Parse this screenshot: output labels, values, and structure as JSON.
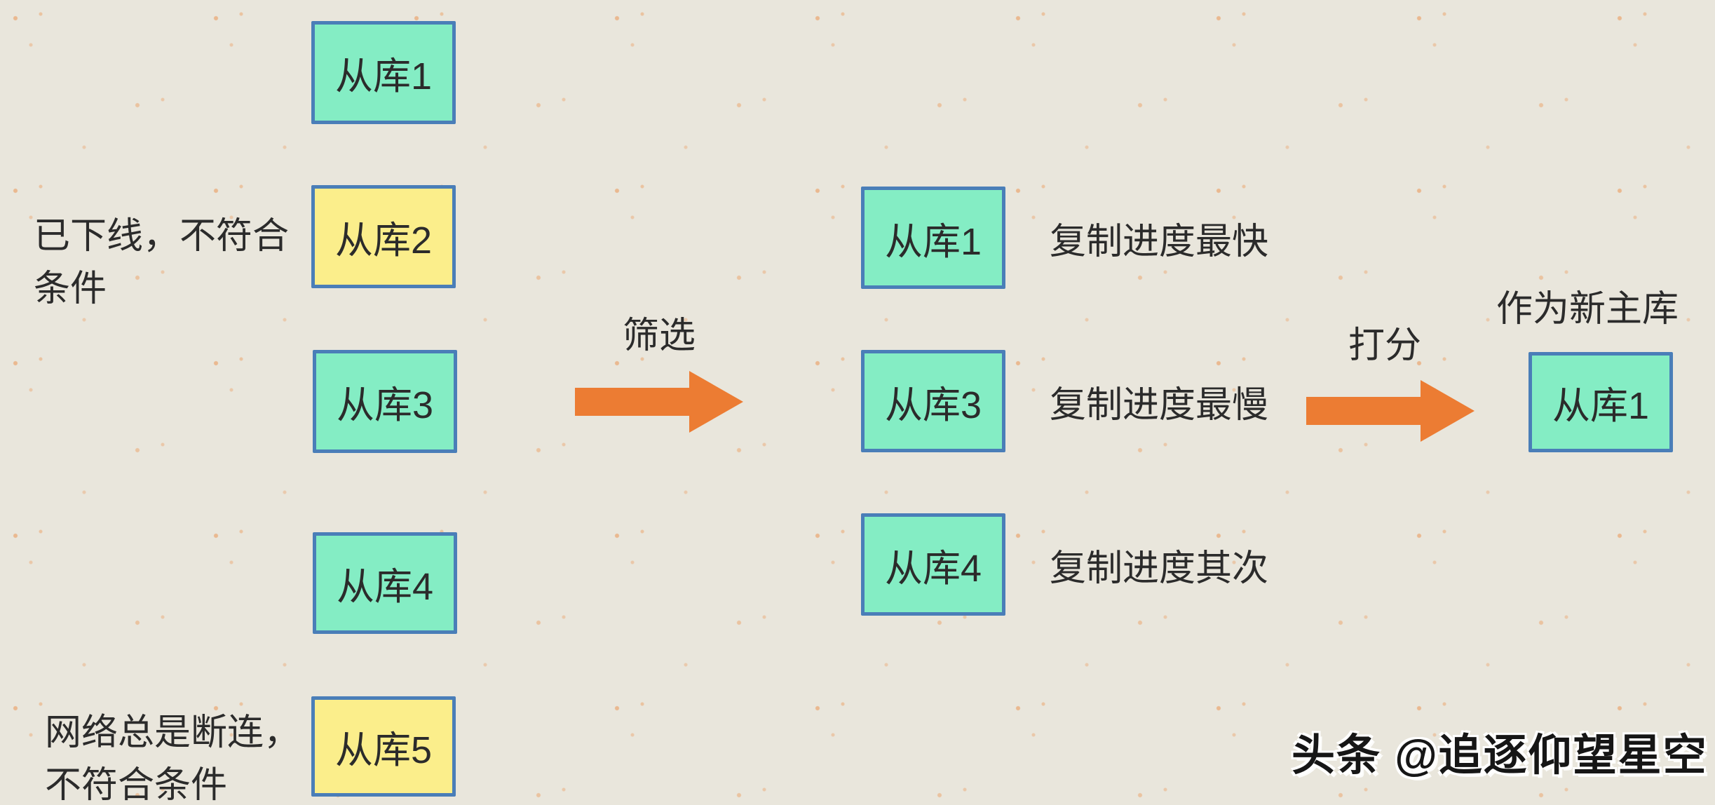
{
  "colors": {
    "background": "#e9e6dc",
    "box_teal": "#84edc4",
    "box_yellow": "#fbee8b",
    "box_border": "#4a7eb8",
    "arrow_orange": "#ec7c33",
    "text_dark": "#2b2b2b"
  },
  "left_column": {
    "boxes": [
      {
        "label": "从库1",
        "variant": "teal"
      },
      {
        "label": "从库2",
        "variant": "yellow"
      },
      {
        "label": "从库3",
        "variant": "teal"
      },
      {
        "label": "从库4",
        "variant": "teal"
      },
      {
        "label": "从库5",
        "variant": "yellow"
      }
    ],
    "annotations": [
      {
        "text": "已下线，不符合条件",
        "for": "从库2"
      },
      {
        "text": "网络总是断连，不符合条件",
        "for": "从库5"
      }
    ]
  },
  "filter_stage": {
    "arrow_label": "筛选"
  },
  "middle_column": {
    "boxes": [
      {
        "label": "从库1",
        "note": "复制进度最快"
      },
      {
        "label": "从库3",
        "note": "复制进度最慢"
      },
      {
        "label": "从库4",
        "note": "复制进度其次"
      }
    ]
  },
  "score_stage": {
    "arrow_label": "打分"
  },
  "result": {
    "title": "作为新主库",
    "box_label": "从库1"
  },
  "watermark": "头条 @追逐仰望星空"
}
